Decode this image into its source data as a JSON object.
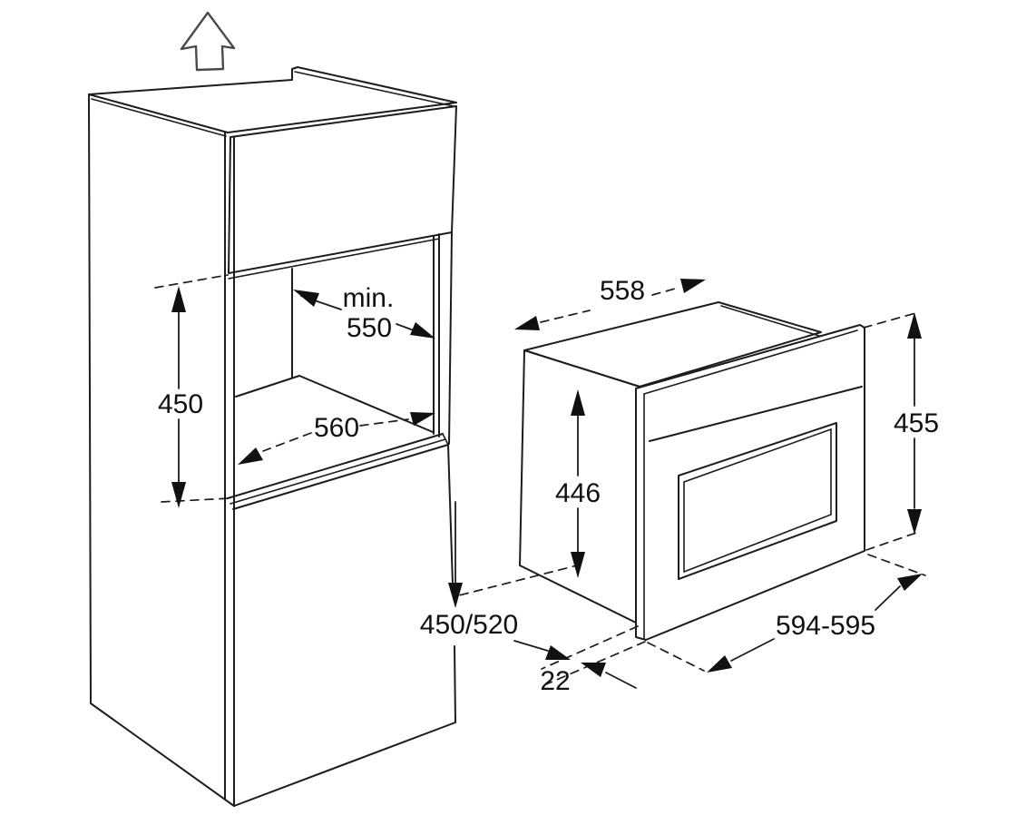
{
  "diagram": {
    "kind": "built-in-oven-installation-dimensions",
    "units": "mm",
    "background": "#ffffff",
    "line_color": "#1c1c1c",
    "text_color": "#111111",
    "labels": {
      "niche_height": "450",
      "min_prefix": "min.",
      "min_depth": "550",
      "niche_width": "560",
      "lower_cabinet_height": "450/520",
      "front_overhang": "22",
      "oven_depth": "558",
      "oven_body_height": "446",
      "oven_front_height": "455",
      "oven_front_width": "594-595"
    },
    "icons": {
      "direction_arrow": "up-arrow-icon"
    }
  }
}
